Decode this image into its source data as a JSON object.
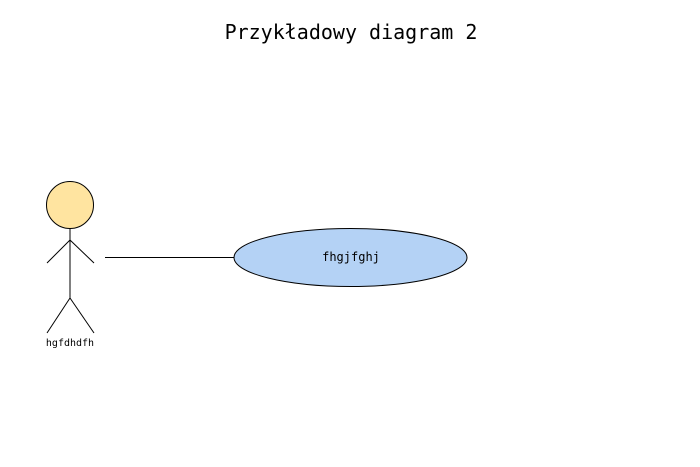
{
  "diagram": {
    "title": "Przykładowy diagram 2",
    "actor": {
      "name": "hgfdhdfh",
      "head_color": "#ffe4a0"
    },
    "use_case": {
      "label": "fhgjfghj",
      "fill_color": "#b4d2f5"
    },
    "stroke_color": "#000000"
  }
}
